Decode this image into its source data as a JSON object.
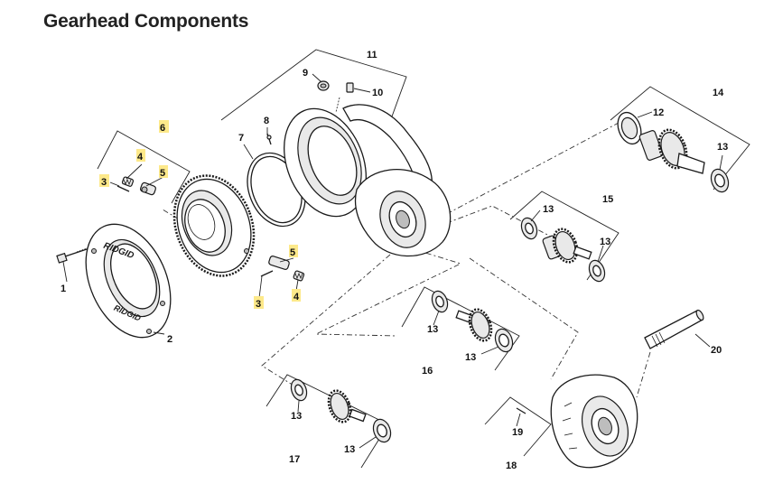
{
  "title": "Gearhead Components",
  "brand": "RIDGID",
  "colors": {
    "highlight": "#fde98a",
    "line": "#222222"
  },
  "callouts": {
    "c1": "1",
    "c2": "2",
    "c3a": "3",
    "c3b": "3",
    "c4a": "4",
    "c4b": "4",
    "c5a": "5",
    "c5b": "5",
    "c6": "6",
    "c7": "7",
    "c8": "8",
    "c9": "9",
    "c10": "10",
    "c11": "11",
    "c12": "12",
    "c13": "13",
    "c14": "14",
    "c15": "15",
    "c16": "16",
    "c17": "17",
    "c18": "18",
    "c19": "19",
    "c20": "20"
  }
}
